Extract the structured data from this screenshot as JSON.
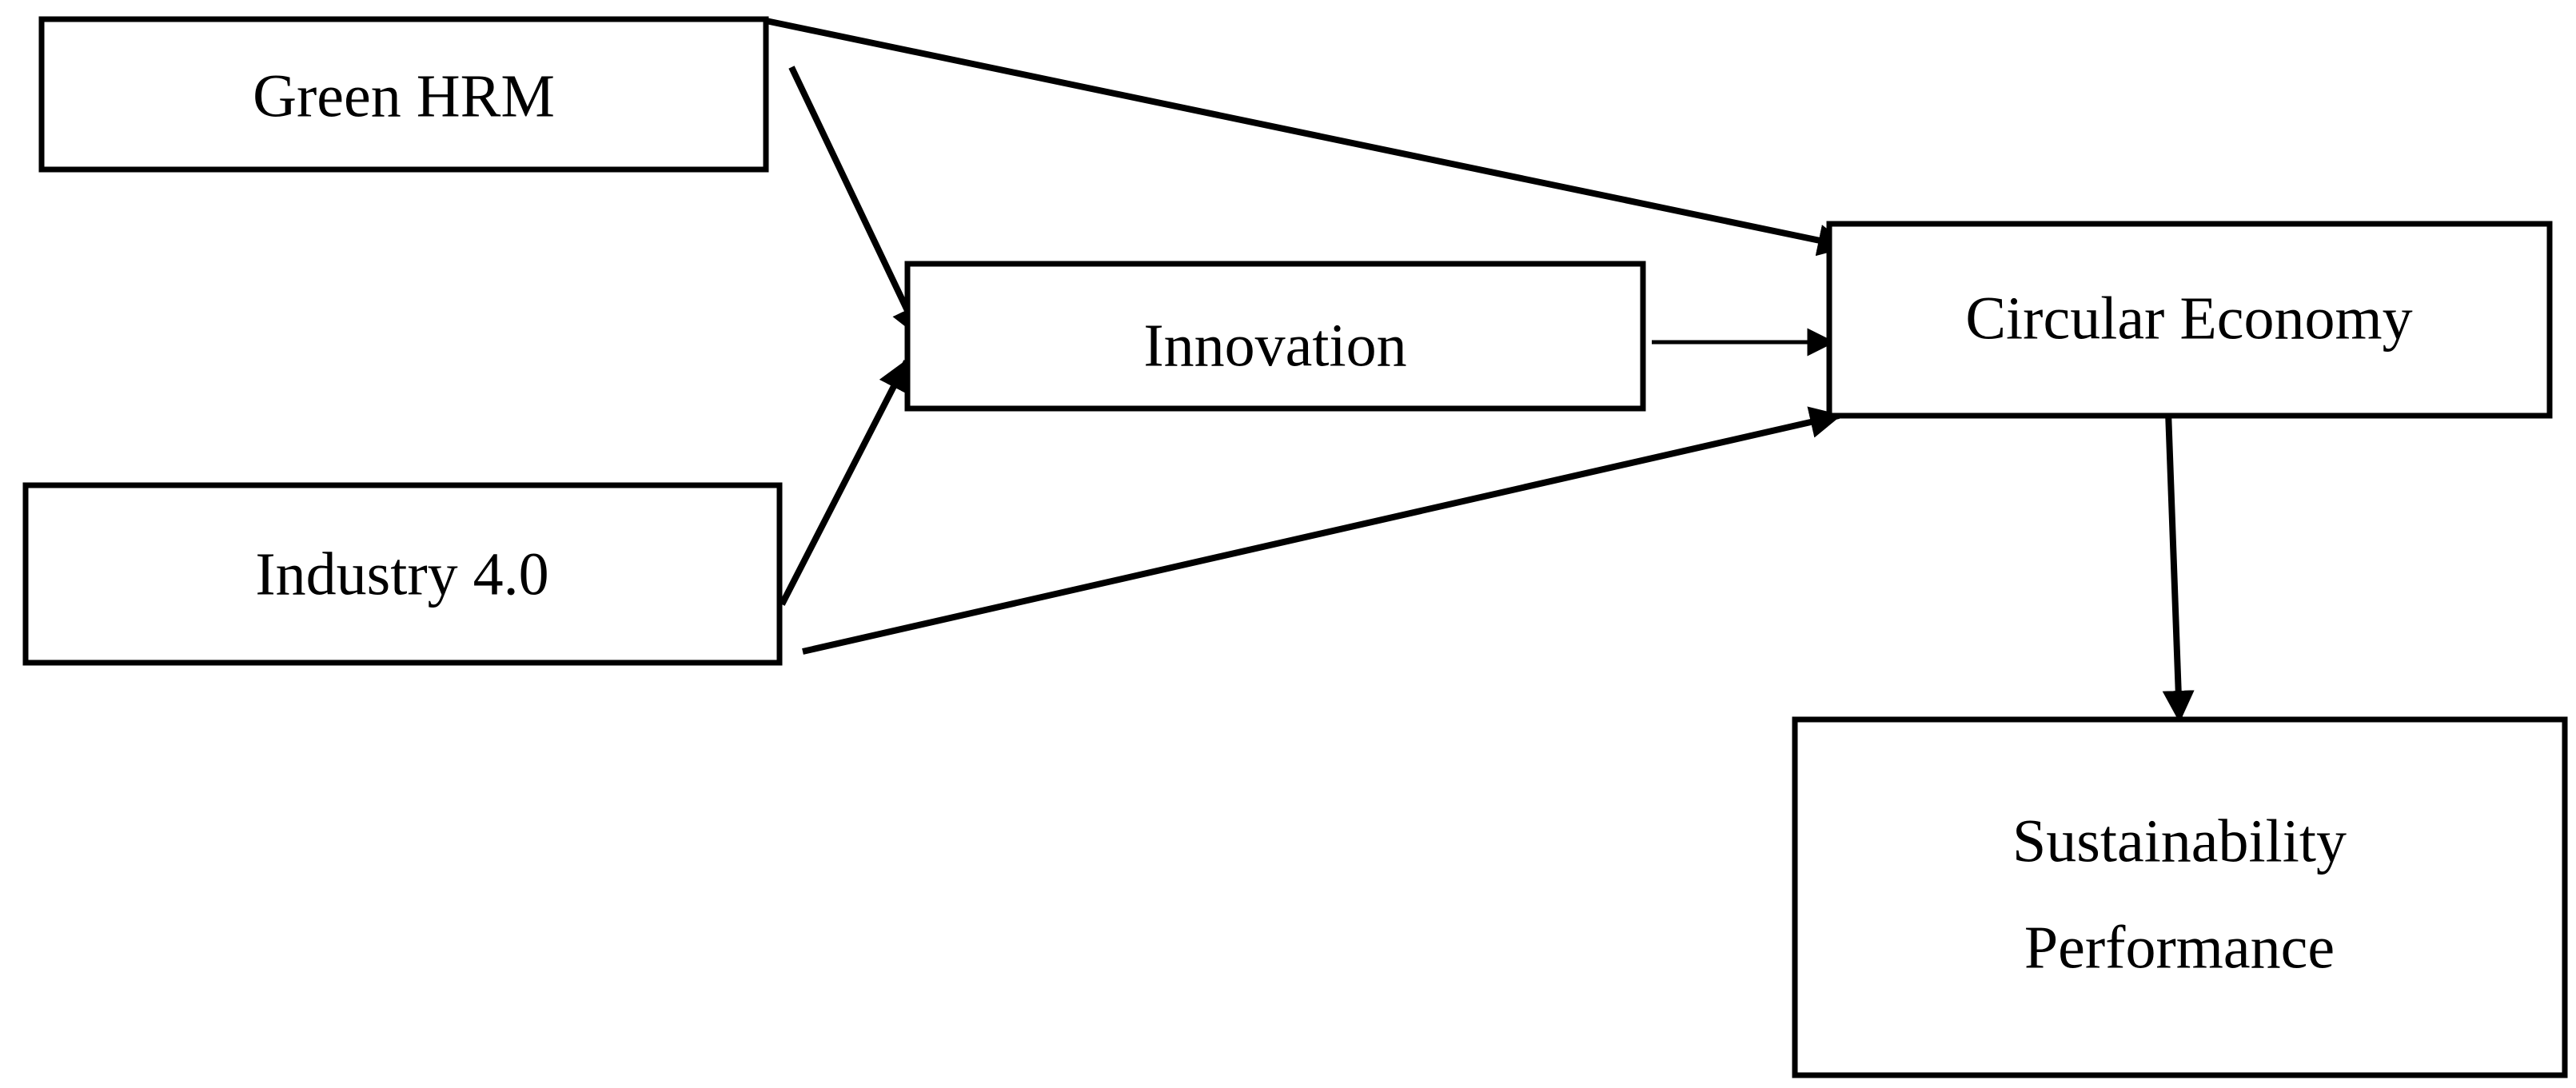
{
  "diagram": {
    "nodes": {
      "green_hrm": {
        "label": "Green HRM"
      },
      "innovation": {
        "label": "Innovation"
      },
      "industry_40": {
        "label": "Industry 4.0"
      },
      "circular_economy": {
        "label": "Circular Economy"
      },
      "sustainability_performance": {
        "line1": "Sustainability",
        "line2": "Performance"
      }
    },
    "edges": [
      {
        "from": "Green HRM",
        "to": "Innovation"
      },
      {
        "from": "Green HRM",
        "to": "Circular Economy"
      },
      {
        "from": "Industry 4.0",
        "to": "Innovation"
      },
      {
        "from": "Industry 4.0",
        "to": "Circular Economy"
      },
      {
        "from": "Innovation",
        "to": "Circular Economy"
      },
      {
        "from": "Circular Economy",
        "to": "Sustainability Performance"
      }
    ],
    "colors": {
      "stroke": "#000000",
      "fill": "#ffffff",
      "text": "#000000"
    }
  }
}
